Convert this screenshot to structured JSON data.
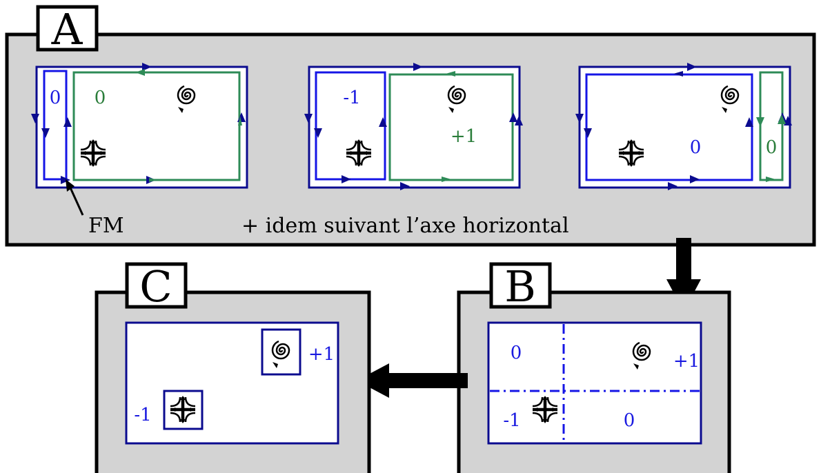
{
  "panels": {
    "a": {
      "tag": "A",
      "diagrams": [
        {
          "left_label": "0",
          "right_label": "0"
        },
        {
          "left_label": "-1",
          "right_label": "+1"
        },
        {
          "left_label": "0",
          "right_label": "0"
        }
      ],
      "fm_label": "FM",
      "note": "+ idem suivant l’axe horizontal"
    },
    "b": {
      "tag": "B",
      "labels": {
        "top_left": "0",
        "top_right": "+1",
        "bottom_left": "-1",
        "bottom_right": "0"
      }
    },
    "c": {
      "tag": "C",
      "labels": {
        "focus": "+1",
        "saddle": "-1"
      }
    }
  },
  "icons": [
    "spiral-focus-icon",
    "saddle-point-icon",
    "thick-arrow-icon"
  ],
  "colors": {
    "panel_background": "#d3d3d3",
    "navy": "#0b0b8f",
    "blue": "#1515e6",
    "green": "#2e8b57"
  }
}
